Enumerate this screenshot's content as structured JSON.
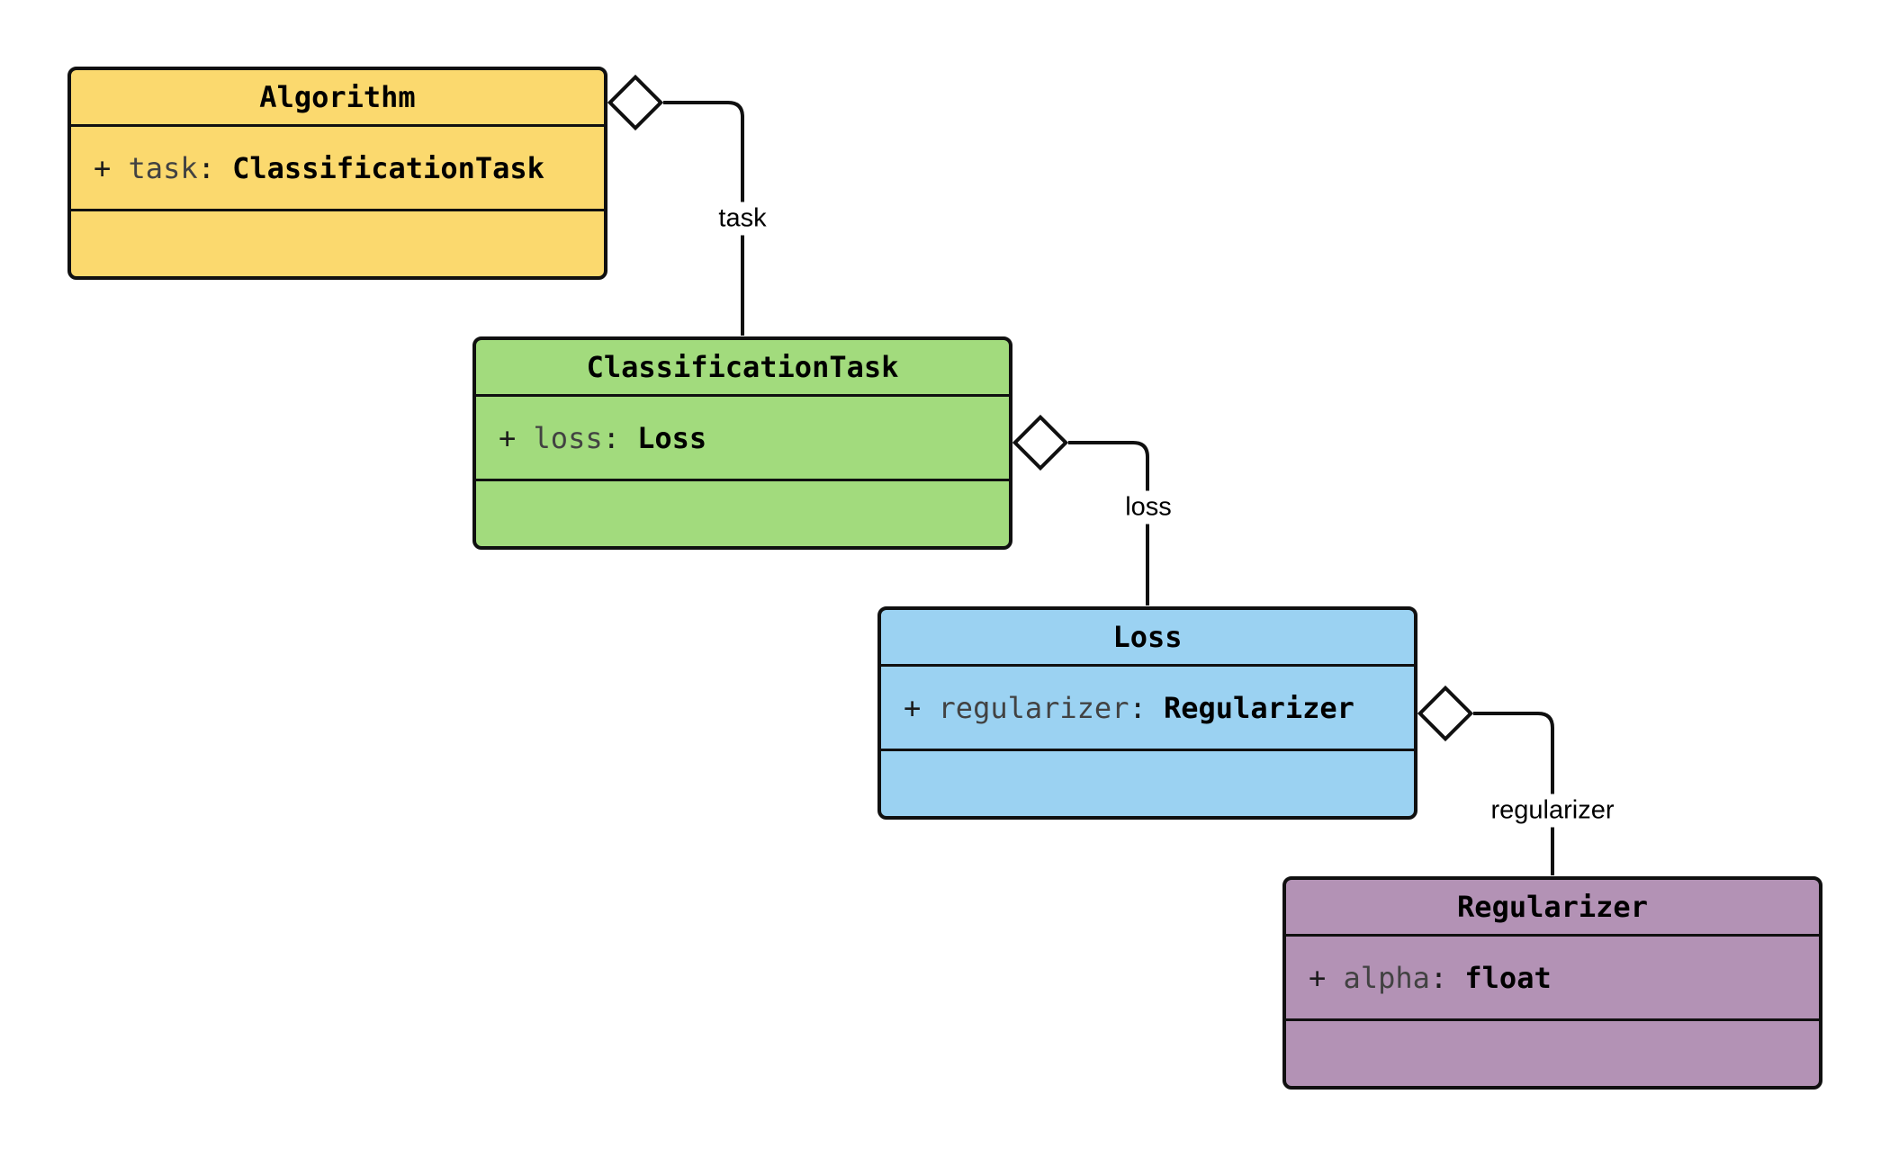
{
  "canvas": {
    "background": "#ffffff"
  },
  "classes": [
    {
      "name": "Algorithm",
      "attr_plus": "+ ",
      "attr_name": "task",
      "attr_colon": ": ",
      "attr_type": "ClassificationTask",
      "fill": "#FBD96E"
    },
    {
      "name": "ClassificationTask",
      "attr_plus": "+ ",
      "attr_name": "loss",
      "attr_colon": ": ",
      "attr_type": "Loss",
      "fill": "#A2DB7D"
    },
    {
      "name": "Loss",
      "attr_plus": "+ ",
      "attr_name": "regularizer",
      "attr_colon": ": ",
      "attr_type": "Regularizer",
      "fill": "#9BD2F2"
    },
    {
      "name": "Regularizer",
      "attr_plus": "+ ",
      "attr_name": "alpha",
      "attr_colon": ": ",
      "attr_type": "float",
      "fill": "#B392B5"
    }
  ],
  "relations": [
    {
      "label": "task",
      "kind": "aggregation"
    },
    {
      "label": "loss",
      "kind": "aggregation"
    },
    {
      "label": "regularizer",
      "kind": "aggregation"
    }
  ],
  "colors": {
    "line": "#101010",
    "border": "#101010",
    "label_text": "#000000"
  }
}
